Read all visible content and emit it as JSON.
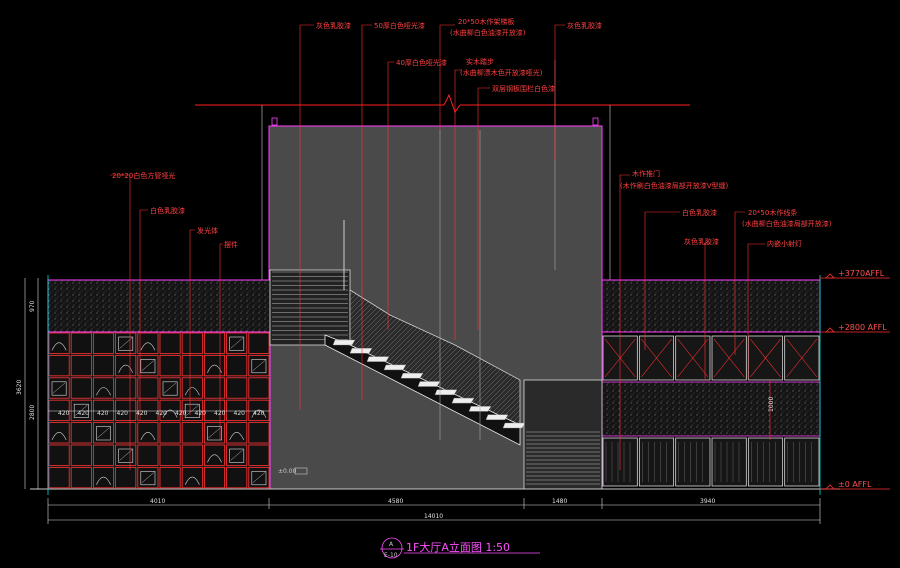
{
  "annotations_top": [
    {
      "text": "灰色乳胶漆"
    },
    {
      "text": "50厚白色哑光漆"
    },
    {
      "text": "20*50木作架梯板"
    },
    {
      "text": "(水曲柳白色油漆开放漆)"
    },
    {
      "text": "灰色乳胶漆"
    },
    {
      "text": "40厚白色哑光漆"
    },
    {
      "text": "实木踏步"
    },
    {
      "text": "(水曲柳漂木色开放漆哑光)"
    },
    {
      "text": "双层钢板围栏白色漆"
    }
  ],
  "annotations_left": [
    {
      "text": "20*20白色方管哑光"
    },
    {
      "text": "白色乳胶漆"
    },
    {
      "text": "发光体"
    },
    {
      "text": "摆件"
    }
  ],
  "annotations_right": [
    {
      "text": "木作推门"
    },
    {
      "text": "(木作刷白色油漆局部开放漆V型缝)"
    },
    {
      "text": "白色乳胶漆"
    },
    {
      "text": "20*50木作线条"
    },
    {
      "text": "(水曲柳白色油漆局部开放漆)"
    },
    {
      "text": "灰色乳胶漆"
    },
    {
      "text": "内嵌小射灯"
    }
  ],
  "levels": [
    {
      "label": "+3770AFFL"
    },
    {
      "label": "+2800   AFFL"
    },
    {
      "label": "±0  AFFL"
    }
  ],
  "left_dims": [
    "970",
    "2800",
    "3620"
  ],
  "shelf_dims": [
    "420",
    "420",
    "420",
    "420",
    "420",
    "420",
    "420",
    "420",
    "420",
    "420",
    "420"
  ],
  "bottom_dims": {
    "seg1": "4010",
    "seg2": "4580",
    "seg3": "1480",
    "seg4": "3940",
    "total": "14010"
  },
  "right_dim": "1000",
  "tag": "±0.00",
  "title": {
    "code_top": "A",
    "code_bottom": "E-10",
    "text": "1F大厅A立面图  1:50"
  }
}
